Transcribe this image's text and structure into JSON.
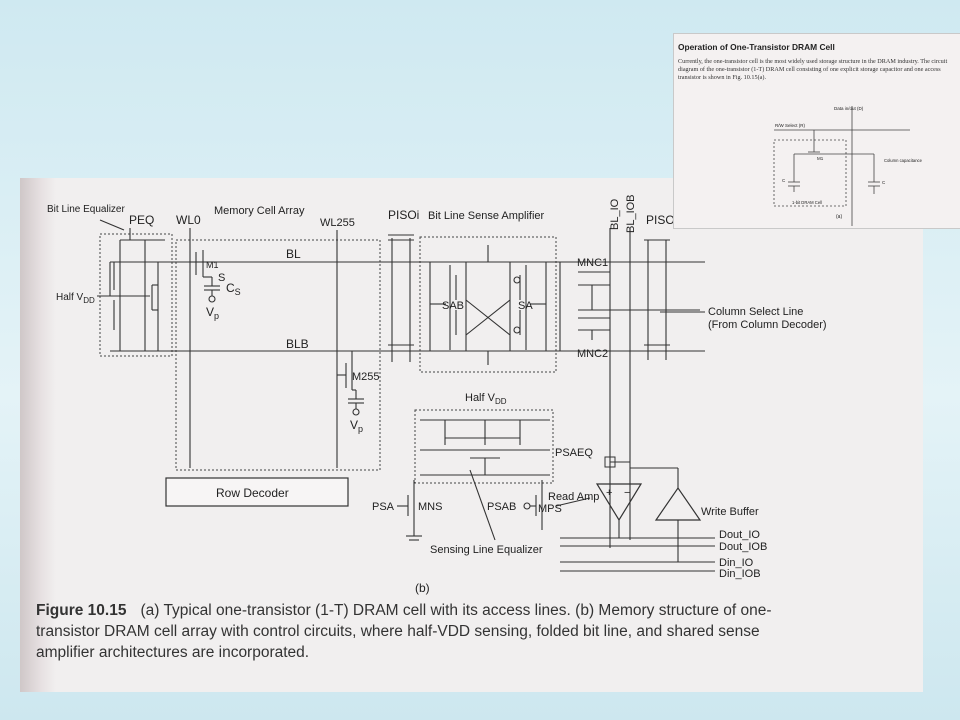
{
  "inset": {
    "title": "Operation of One-Transistor DRAM Cell",
    "paragraph": "Currently, the one-transistor cell is the most widely used storage structure in the DRAM industry. The circuit diagram of the one-transistor (1-T) DRAM cell consisting of one explicit storage capacitor and one access transistor is shown in Fig. 10.15(a).",
    "labels": {
      "data_line": "Data in/out (D)",
      "rw_select": "R/W Select (R)",
      "m1": "M1",
      "cs": "C",
      "col_cap": "Column capacitance",
      "cc": "C",
      "cell": "1-bit DRAM Cell",
      "sub": "(a)"
    }
  },
  "diagram": {
    "labels": {
      "bit_line_equalizer": "Bit Line Equalizer",
      "peq": "PEQ",
      "wl0": "WL0",
      "memory_cell_array": "Memory Cell Array",
      "wl255": "WL255",
      "pisoi_left": "PISOi",
      "bit_line_sense_amplifier": "Bit Line Sense Amplifier",
      "bl_io": "BL_IO",
      "bl_iob": "BL_IOB",
      "pisoj": "PISOj",
      "half_vdd_left": "Half V",
      "vdd_sub": "DD",
      "m1": "M1",
      "s": "S",
      "cs": "C",
      "cs_sub": "S",
      "vp": "V",
      "vp_sub": "p",
      "bl": "BL",
      "blb": "BLB",
      "sab": "SAB",
      "sa": "SA",
      "mnc1": "MNC1",
      "mnc2": "MNC2",
      "column_select_line": "Column Select Line",
      "from_column_decoder": "(From Column Decoder)",
      "m255": "M255",
      "half_vdd_mid": "Half V",
      "psaeq": "PSAEQ",
      "row_decoder": "Row Decoder",
      "psa": "PSA",
      "mns": "MNS",
      "psab": "PSAB",
      "mps": "MPS",
      "read_amp": "Read Amp",
      "plus": "+",
      "minus": "−",
      "write_buffer": "Write Buffer",
      "dout_io": "Dout_IO",
      "dout_iob": "Dout_IOB",
      "din_io": "Din_IO",
      "din_iob": "Din_IOB",
      "sensing_line_equalizer": "Sensing Line Equalizer",
      "sub_b": "(b)"
    }
  },
  "caption": {
    "figure": "Figure 10.15",
    "text": "(a) Typical one-transistor (1-T) DRAM cell with its access lines. (b) Memory structure of one-transistor DRAM cell array with control circuits, where half-VDD sensing, folded bit line, and shared sense amplifier architectures are incorporated."
  }
}
